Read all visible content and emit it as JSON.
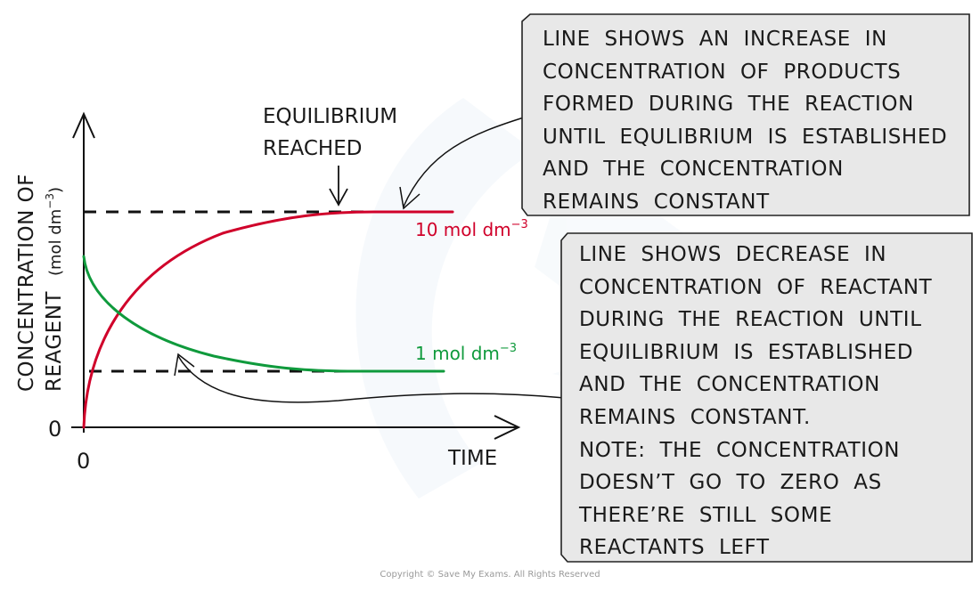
{
  "diagram": {
    "y_axis_label_line1": "CONCENTRATION OF",
    "y_axis_label_line2": "REAGENT",
    "y_axis_unit": "(mol dm",
    "y_axis_unit_exp": "−3",
    "y_axis_unit_close": ")",
    "x_axis_label": "TIME",
    "origin_y_label": "0",
    "origin_x_label": "0",
    "equilibrium_label_line1": "EQUILIBRIUM",
    "equilibrium_label_line2": "REACHED",
    "product_value_label": "10 mol dm",
    "product_value_exp": "−3",
    "reactant_value_label": "1 mol dm",
    "reactant_value_exp": "−3",
    "colors": {
      "product_curve": "#d0002a",
      "reactant_curve": "#0f9a3c",
      "axes": "#111111",
      "note_fill": "#e8e8e8"
    }
  },
  "chart_data": {
    "type": "line",
    "title": "",
    "xlabel": "TIME",
    "ylabel": "CONCENTRATION OF REAGENT (mol dm−3)",
    "x_ticks": [
      "0"
    ],
    "y_ticks": [
      "0"
    ],
    "series": [
      {
        "name": "products",
        "color": "#d0002a",
        "description": "Concentration rises from 0 and levels off at equilibrium",
        "equilibrium_value": 10,
        "equilibrium_label": "10 mol dm−3"
      },
      {
        "name": "reactant",
        "color": "#0f9a3c",
        "description": "Concentration falls and levels off at equilibrium (not zero)",
        "equilibrium_value": 1,
        "equilibrium_label": "1 mol dm−3"
      }
    ],
    "annotations": [
      "EQUILIBRIUM REACHED"
    ]
  },
  "notes": {
    "products": [
      "LINE  SHOWS  AN  INCREASE  IN",
      "CONCENTRATION  OF  PRODUCTS",
      "FORMED  DURING  THE  REACTION",
      "UNTIL  EQULIBRIUM  IS  ESTABLISHED",
      "AND  THE  CONCENTRATION",
      "REMAINS  CONSTANT"
    ],
    "reactant": [
      "LINE  SHOWS  DECREASE  IN",
      "CONCENTRATION  OF  REACTANT",
      "DURING  THE  REACTION  UNTIL",
      "EQUILIBRIUM  IS  ESTABLISHED",
      "AND  THE  CONCENTRATION",
      "REMAINS  CONSTANT.",
      "NOTE:  THE  CONCENTRATION",
      "DOESN’T  GO  TO  ZERO  AS",
      "THERE’RE  STILL  SOME",
      "REACTANTS  LEFT"
    ]
  },
  "footer": {
    "copyright": "Copyright © Save My Exams. All Rights Reserved"
  }
}
